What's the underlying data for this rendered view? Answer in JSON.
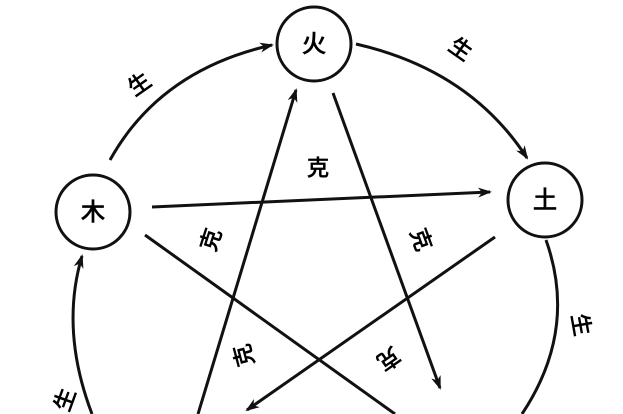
{
  "diagram": {
    "colors": {
      "ink": "#111111",
      "background": "#ffffff"
    },
    "elements": {
      "fire": "火",
      "earth": "土",
      "wood": "木"
    },
    "generate_labels": {
      "wood_to_fire": "生",
      "fire_to_earth": "生",
      "earth_right": "生",
      "left_bottom": "生"
    },
    "overcome_labels": {
      "top": "克",
      "left": "克",
      "right": "克",
      "lower_left": "克",
      "lower_right": "克"
    }
  }
}
